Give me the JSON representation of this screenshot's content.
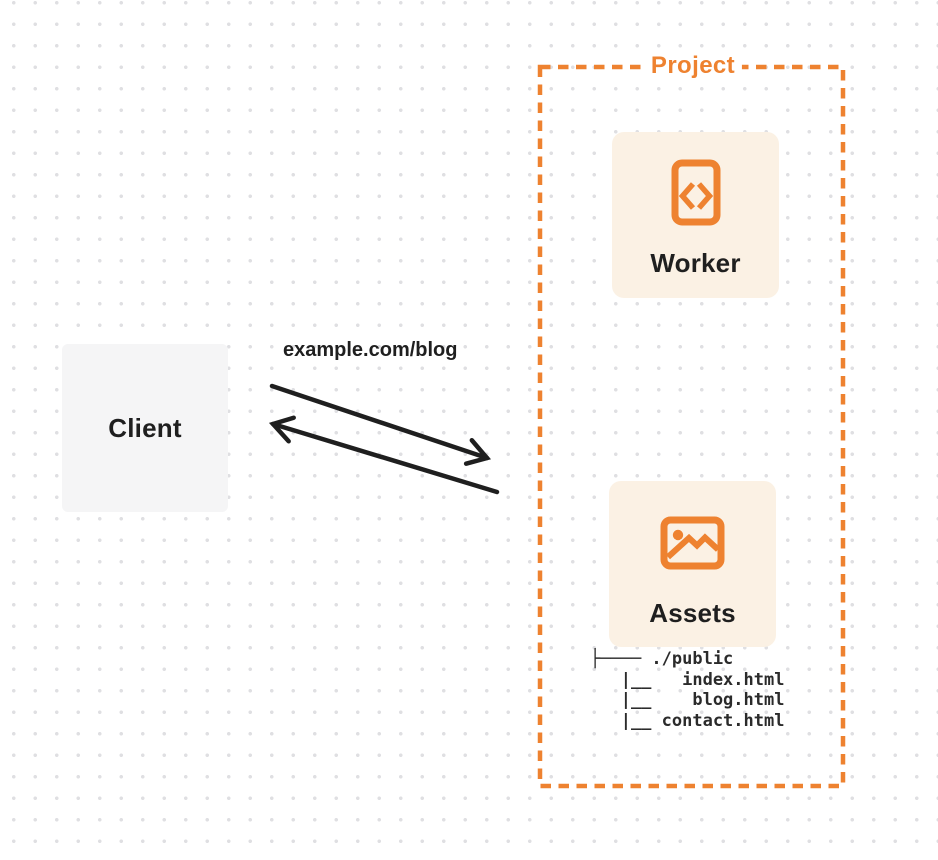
{
  "diagram": {
    "client": {
      "label": "Client"
    },
    "request": {
      "label": "example.com/blog"
    },
    "project": {
      "label": "Project",
      "worker": {
        "label": "Worker",
        "icon": "code-file-icon"
      },
      "assets": {
        "label": "Assets",
        "icon": "image-icon"
      },
      "file_tree": {
        "root": "./public",
        "files": [
          "index.html",
          "blog.html",
          "contact.html"
        ],
        "text": "├──── ./public\n   |__   index.html\n   |__    blog.html\n   |__ contact.html"
      }
    },
    "colors": {
      "accent_orange": "#EE8230",
      "card_bg": "#FBF1E4",
      "client_bg": "#F5F5F6",
      "ink": "#1F1F1F",
      "tree_text": "#2B2B2B",
      "dot": "#DFDFE2"
    }
  }
}
